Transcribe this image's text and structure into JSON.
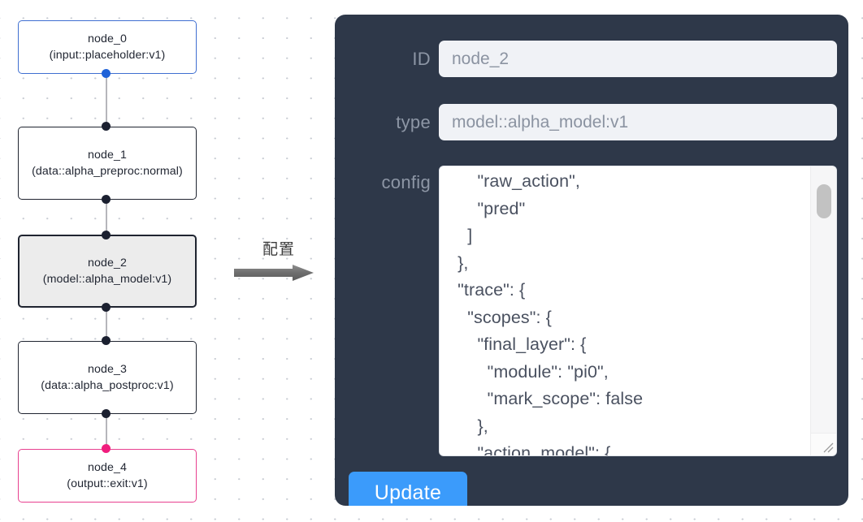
{
  "graph": {
    "nodes": [
      {
        "id": "node_0",
        "type": "(input::placeholder:v1)",
        "kind": "input"
      },
      {
        "id": "node_1",
        "type": "(data::alpha_preproc:normal)",
        "kind": "default"
      },
      {
        "id": "node_2",
        "type": "(model::alpha_model:v1)",
        "kind": "selected"
      },
      {
        "id": "node_3",
        "type": "(data::alpha_postproc:v1)",
        "kind": "default"
      },
      {
        "id": "node_4",
        "type": "(output::exit:v1)",
        "kind": "output"
      }
    ],
    "colors": {
      "input_border": "#3f6fd1",
      "output_border": "#e8408f",
      "default_border": "#1f2430",
      "selected_fill": "#ececec",
      "edge": "#b6b6bb",
      "port": "#1b2030",
      "port_input": "#1f62d8",
      "port_output": "#f01d7d"
    }
  },
  "annotation": {
    "label": "配置",
    "arrow_icon": "right-arrow-icon"
  },
  "panel": {
    "background": "#2e3849",
    "fields": {
      "id": {
        "label": "ID",
        "value": "node_2"
      },
      "type": {
        "label": "type",
        "value": "model::alpha_model:v1"
      },
      "config": {
        "label": "config",
        "value": "      \"raw_action\",\n      \"pred\"\n    ]\n  },\n  \"trace\": {\n    \"scopes\": {\n      \"final_layer\": {\n        \"module\": \"pi0\",\n        \"mark_scope\": false\n      },\n      \"action_model\": {"
      }
    },
    "update_button": {
      "label": "Update",
      "color": "#3b9bfb"
    },
    "scrollbar": {
      "thumb_color": "#c2c2c2",
      "track_color": "#f6f6f7"
    }
  }
}
